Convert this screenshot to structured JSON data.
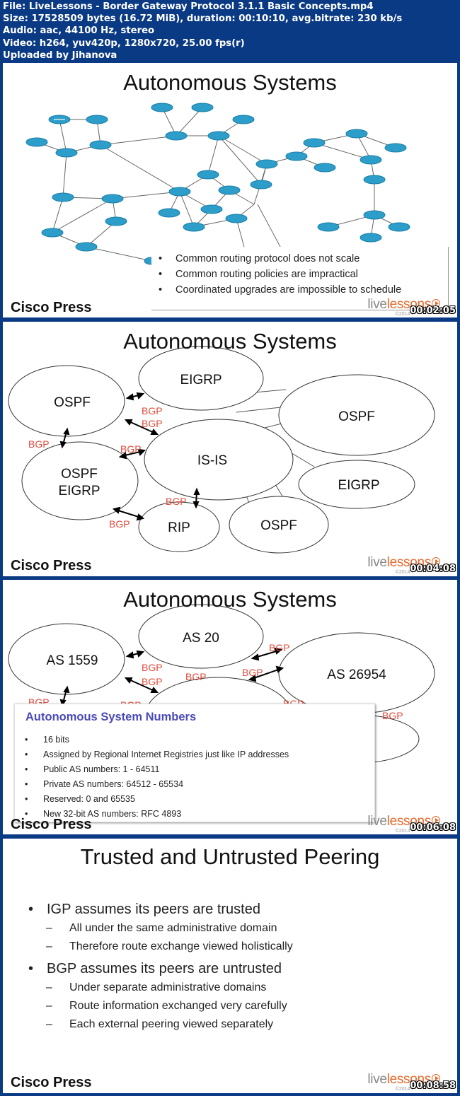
{
  "file_info": {
    "line1": "File: LiveLessons - Border Gateway Protocol 3.1.1 Basic Concepts.mp4",
    "line2": "Size: 17528509 bytes (16.72 MiB), duration: 00:10:10, avg.bitrate: 230 kb/s",
    "line3": "Audio: aac, 44100 Hz, stereo",
    "line4": "Video: h264, yuv420p, 1280x720, 25.00 fps(r)",
    "line5": "Uploaded by Jihanova"
  },
  "branding": {
    "publisher": "Cisco Press",
    "live": "live",
    "lessons": "lessons",
    "copyright": "©2014 P"
  },
  "colors": {
    "router": "#2d9ec9",
    "bgp_label": "#e04b3c",
    "asn_title": "#4a4ab8",
    "background": "#0a3a84"
  },
  "frames": [
    {
      "title": "Autonomous Systems",
      "timestamp": "00:02:05",
      "callout": [
        "Common routing protocol does not scale",
        "Common routing policies are impractical",
        "Coordinated upgrades are impossible to schedule"
      ]
    },
    {
      "title": "Autonomous Systems",
      "timestamp": "00:04:08",
      "nodes": {
        "ospf1": "OSPF",
        "eigrp1": "EIGRP",
        "ospf2": "OSPF",
        "ospf3a": "OSPF",
        "eigrp3b": "EIGRP",
        "isis": "IS-IS",
        "eigrp2": "EIGRP",
        "rip": "RIP",
        "ospf4": "OSPF"
      },
      "bgp_label": "BGP"
    },
    {
      "title": "Autonomous Systems",
      "timestamp": "00:06:08",
      "nodes": {
        "as1559": "AS 1559",
        "as20": "AS 20",
        "as26954": "AS 26954"
      },
      "bgp_label": "BGP",
      "asn_title": "Autonomous System Numbers",
      "asn_items": [
        "16 bits",
        "Assigned by Regional Internet Registries just like IP addresses",
        "Public AS numbers:  1 - 64511",
        "Private AS numbers: 64512 - 65534",
        "Reserved: 0 and 65535",
        "New 32-bit AS numbers: RFC 4893"
      ]
    },
    {
      "title": "Trusted and Untrusted Peering",
      "timestamp": "00:08:58",
      "igp": {
        "head": "IGP assumes its peers are trusted",
        "sub": [
          "All under the same administrative domain",
          "Therefore route exchange viewed holistically"
        ]
      },
      "bgp": {
        "head": "BGP assumes its peers are untrusted",
        "sub": [
          "Under separate administrative domains",
          "Route information exchanged very carefully",
          "Each external peering viewed separately"
        ]
      }
    }
  ]
}
